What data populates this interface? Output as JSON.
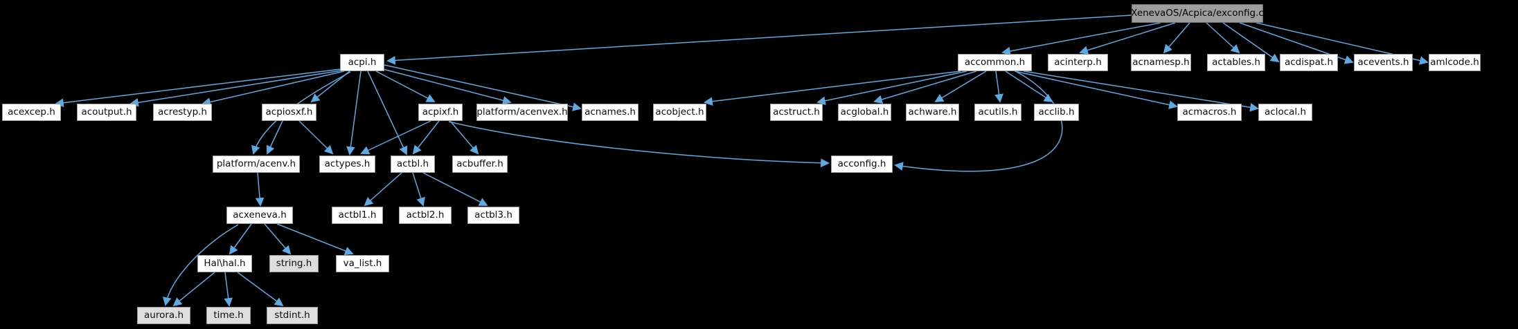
{
  "diagram": {
    "kind": "include-dependency-graph",
    "root_file": "XenevaOS/Acpica/exconfig.c"
  },
  "colors": {
    "background": "#000000",
    "edge": "#5fa9e2",
    "node_fill": "#ffffff",
    "node_border": "#9a9a9a",
    "main_node_fill": "#9e9e9e",
    "external_node_fill": "#dedede",
    "text": "#000000"
  },
  "graph": {
    "nodes": [
      {
        "id": "exconfig",
        "label": "XenevaOS/Acpica/exconfig.c",
        "type": "main"
      },
      {
        "id": "acpi",
        "label": "acpi.h",
        "type": "header"
      },
      {
        "id": "accommon",
        "label": "accommon.h",
        "type": "header"
      },
      {
        "id": "acinterp",
        "label": "acinterp.h",
        "type": "header"
      },
      {
        "id": "acnamesp",
        "label": "acnamesp.h",
        "type": "header"
      },
      {
        "id": "actables",
        "label": "actables.h",
        "type": "header"
      },
      {
        "id": "acdispat",
        "label": "acdispat.h",
        "type": "header"
      },
      {
        "id": "acevents",
        "label": "acevents.h",
        "type": "header"
      },
      {
        "id": "amlcode",
        "label": "amlcode.h",
        "type": "header"
      },
      {
        "id": "acexcep",
        "label": "acexcep.h",
        "type": "header"
      },
      {
        "id": "acoutput",
        "label": "acoutput.h",
        "type": "header"
      },
      {
        "id": "acrestyp",
        "label": "acrestyp.h",
        "type": "header"
      },
      {
        "id": "acpiosxf",
        "label": "acpiosxf.h",
        "type": "header"
      },
      {
        "id": "acpixf",
        "label": "acpixf.h",
        "type": "header"
      },
      {
        "id": "acenvex",
        "label": "platform/acenvex.h",
        "type": "header"
      },
      {
        "id": "acnames",
        "label": "acnames.h",
        "type": "header"
      },
      {
        "id": "acobject",
        "label": "acobject.h",
        "type": "header"
      },
      {
        "id": "acstruct",
        "label": "acstruct.h",
        "type": "header"
      },
      {
        "id": "acglobal",
        "label": "acglobal.h",
        "type": "header"
      },
      {
        "id": "achware",
        "label": "achware.h",
        "type": "header"
      },
      {
        "id": "acutils",
        "label": "acutils.h",
        "type": "header"
      },
      {
        "id": "acclib",
        "label": "acclib.h",
        "type": "header"
      },
      {
        "id": "acmacros",
        "label": "acmacros.h",
        "type": "header"
      },
      {
        "id": "aclocal",
        "label": "aclocal.h",
        "type": "header"
      },
      {
        "id": "acenv",
        "label": "platform/acenv.h",
        "type": "header"
      },
      {
        "id": "actypes",
        "label": "actypes.h",
        "type": "header"
      },
      {
        "id": "actbl",
        "label": "actbl.h",
        "type": "header"
      },
      {
        "id": "acbuffer",
        "label": "acbuffer.h",
        "type": "header"
      },
      {
        "id": "acconfig",
        "label": "acconfig.h",
        "type": "header"
      },
      {
        "id": "acxeneva",
        "label": "acxeneva.h",
        "type": "header"
      },
      {
        "id": "actbl1",
        "label": "actbl1.h",
        "type": "header"
      },
      {
        "id": "actbl2",
        "label": "actbl2.h",
        "type": "header"
      },
      {
        "id": "actbl3",
        "label": "actbl3.h",
        "type": "header"
      },
      {
        "id": "halhal",
        "label": "Hal\\hal.h",
        "type": "header"
      },
      {
        "id": "stringh",
        "label": "string.h",
        "type": "external"
      },
      {
        "id": "valist",
        "label": "va_list.h",
        "type": "header"
      },
      {
        "id": "aurora",
        "label": "aurora.h",
        "type": "external"
      },
      {
        "id": "timeh",
        "label": "time.h",
        "type": "external"
      },
      {
        "id": "stdinth",
        "label": "stdint.h",
        "type": "external"
      }
    ],
    "edges": [
      {
        "from": "exconfig",
        "to": "acpi"
      },
      {
        "from": "exconfig",
        "to": "accommon"
      },
      {
        "from": "exconfig",
        "to": "acinterp"
      },
      {
        "from": "exconfig",
        "to": "acnamesp"
      },
      {
        "from": "exconfig",
        "to": "actables"
      },
      {
        "from": "exconfig",
        "to": "acdispat"
      },
      {
        "from": "exconfig",
        "to": "acevents"
      },
      {
        "from": "exconfig",
        "to": "amlcode"
      },
      {
        "from": "acpi",
        "to": "acexcep"
      },
      {
        "from": "acpi",
        "to": "acoutput"
      },
      {
        "from": "acpi",
        "to": "acrestyp"
      },
      {
        "from": "acpi",
        "to": "acpiosxf"
      },
      {
        "from": "acpi",
        "to": "acpixf"
      },
      {
        "from": "acpi",
        "to": "acenvex"
      },
      {
        "from": "acpi",
        "to": "acnames"
      },
      {
        "from": "acpi",
        "to": "acenv"
      },
      {
        "from": "acpi",
        "to": "actypes"
      },
      {
        "from": "acpi",
        "to": "actbl"
      },
      {
        "from": "acpiosxf",
        "to": "acenv"
      },
      {
        "from": "acpiosxf",
        "to": "actypes"
      },
      {
        "from": "acpixf",
        "to": "actypes"
      },
      {
        "from": "acpixf",
        "to": "actbl"
      },
      {
        "from": "acpixf",
        "to": "acbuffer"
      },
      {
        "from": "acpixf",
        "to": "acconfig"
      },
      {
        "from": "actbl",
        "to": "actbl1"
      },
      {
        "from": "actbl",
        "to": "actbl2"
      },
      {
        "from": "actbl",
        "to": "actbl3"
      },
      {
        "from": "acenv",
        "to": "acxeneva"
      },
      {
        "from": "acxeneva",
        "to": "halhal"
      },
      {
        "from": "acxeneva",
        "to": "stringh"
      },
      {
        "from": "acxeneva",
        "to": "valist"
      },
      {
        "from": "acxeneva",
        "to": "aurora"
      },
      {
        "from": "halhal",
        "to": "aurora"
      },
      {
        "from": "halhal",
        "to": "timeh"
      },
      {
        "from": "halhal",
        "to": "stdinth"
      },
      {
        "from": "accommon",
        "to": "acobject"
      },
      {
        "from": "accommon",
        "to": "acstruct"
      },
      {
        "from": "accommon",
        "to": "acglobal"
      },
      {
        "from": "accommon",
        "to": "achware"
      },
      {
        "from": "accommon",
        "to": "acutils"
      },
      {
        "from": "accommon",
        "to": "acclib"
      },
      {
        "from": "accommon",
        "to": "acmacros"
      },
      {
        "from": "accommon",
        "to": "aclocal"
      },
      {
        "from": "accommon",
        "to": "acconfig"
      }
    ]
  }
}
